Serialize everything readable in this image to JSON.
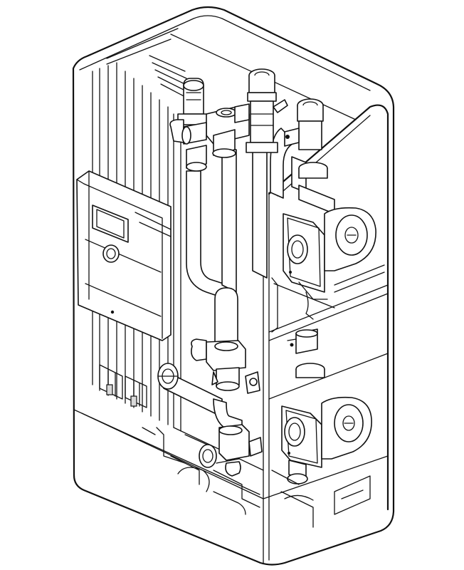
{
  "figure": {
    "colors": {
      "line": "#111111",
      "background": "#ffffff",
      "accent_fill": "#d9d9d9"
    },
    "icons": [
      "controller-unit",
      "display-window",
      "control-knob",
      "circulation-pump-upper",
      "circulation-pump-lower",
      "mixing-valve",
      "safety-valve",
      "pipe-connection"
    ]
  }
}
